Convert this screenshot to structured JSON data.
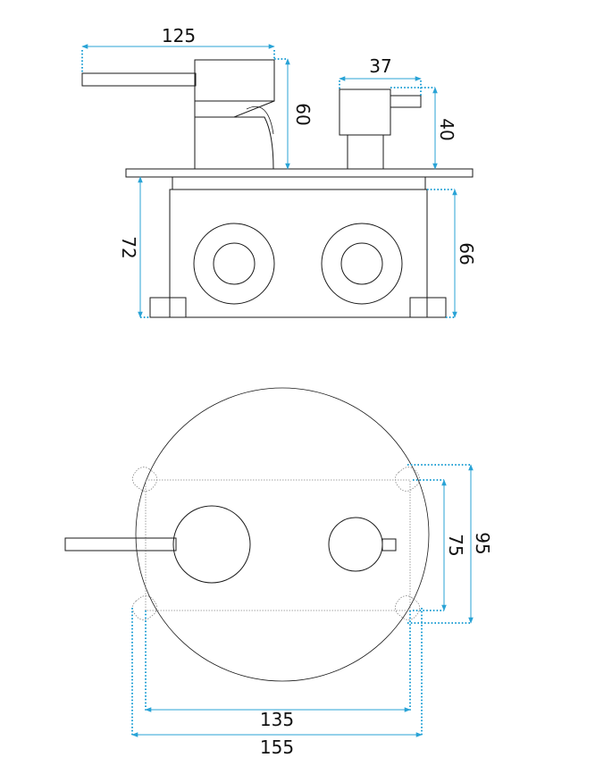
{
  "dimension_color": "#29a3d6",
  "line_color": "#1a1a1a",
  "side_view": {
    "dim_lever_width": "125",
    "dim_handle_height": "60",
    "dim_knob_width": "37",
    "dim_knob_height": "40",
    "dim_body_left_height": "72",
    "dim_body_right_height": "66"
  },
  "front_view": {
    "dim_mount_height_inner": "75",
    "dim_mount_height_outer": "95",
    "dim_mount_width_inner": "135",
    "dim_mount_width_outer": "155"
  }
}
